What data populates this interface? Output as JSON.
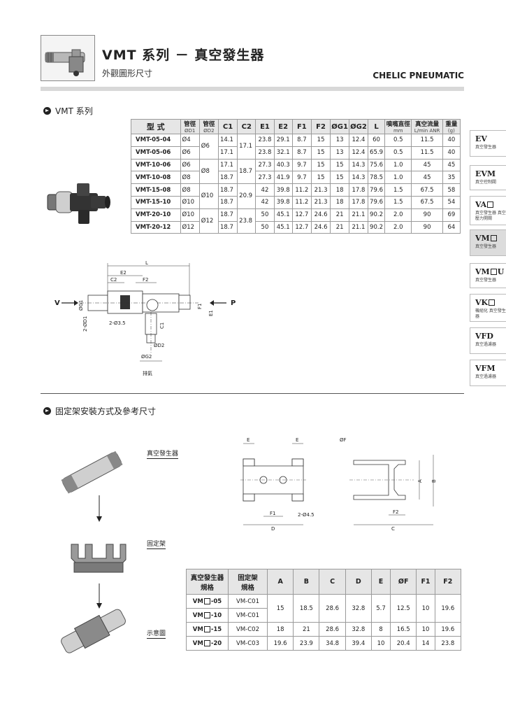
{
  "header": {
    "title": "VMT 系列 － 真空發生器",
    "subtitle": "外觀圖形尺寸",
    "brand": "CHELIC PNEUMATIC"
  },
  "section1": {
    "title": "VMT 系列"
  },
  "section2": {
    "title": "固定架安裝方式及參考尺寸"
  },
  "table1": {
    "headers": {
      "model": "型 式",
      "d1_top": "管徑",
      "d1_bot": "ØD1",
      "d2_top": "管徑",
      "d2_bot": "ØD2",
      "c1": "C1",
      "c2": "C2",
      "e1": "E1",
      "e2": "E2",
      "f1": "F1",
      "f2": "F2",
      "g1": "ØG1",
      "g2": "ØG2",
      "l": "L",
      "nozzle_top": "噴嘴直徑",
      "nozzle_bot": "mm",
      "flow_top": "真空流量",
      "flow_bot": "L/min ANR",
      "weight_top": "重量",
      "weight_bot": "(g)"
    },
    "rows": [
      {
        "model": "VMT-05-04",
        "d1": "Ø4",
        "d2": "Ø6",
        "c1": "14.1",
        "c2": "17.1",
        "e1": "23.8",
        "e2": "29.1",
        "f1": "8.7",
        "f2": "15",
        "g1": "13",
        "g2": "12.4",
        "l": "60",
        "nozzle": "0.5",
        "flow": "11.5",
        "weight": "40"
      },
      {
        "model": "VMT-05-06",
        "d1": "Ø6",
        "c1": "17.1",
        "e1": "23.8",
        "e2": "32.1",
        "f1": "8.7",
        "f2": "15",
        "g1": "13",
        "g2": "12.4",
        "l": "65.9",
        "nozzle": "0.5",
        "flow": "11.5",
        "weight": "40"
      },
      {
        "model": "VMT-10-06",
        "d1": "Ø6",
        "d2": "Ø8",
        "c1": "17.1",
        "c2": "18.7",
        "e1": "27.3",
        "e2": "40.3",
        "f1": "9.7",
        "f2": "15",
        "g1": "15",
        "g2": "14.3",
        "l": "75.6",
        "nozzle": "1.0",
        "flow": "45",
        "weight": "45"
      },
      {
        "model": "VMT-10-08",
        "d1": "Ø8",
        "c1": "18.7",
        "e1": "27.3",
        "e2": "41.9",
        "f1": "9.7",
        "f2": "15",
        "g1": "15",
        "g2": "14.3",
        "l": "78.5",
        "nozzle": "1.0",
        "flow": "45",
        "weight": "35"
      },
      {
        "model": "VMT-15-08",
        "d1": "Ø8",
        "d2": "Ø10",
        "c1": "18.7",
        "c2": "20.9",
        "e1": "42",
        "e2": "39.8",
        "f1": "11.2",
        "f2": "21.3",
        "g1": "18",
        "g2": "17.8",
        "l": "79.6",
        "nozzle": "1.5",
        "flow": "67.5",
        "weight": "58"
      },
      {
        "model": "VMT-15-10",
        "d1": "Ø10",
        "c1": "18.7",
        "e1": "42",
        "e2": "39.8",
        "f1": "11.2",
        "f2": "21.3",
        "g1": "18",
        "g2": "17.8",
        "l": "79.6",
        "nozzle": "1.5",
        "flow": "67.5",
        "weight": "54"
      },
      {
        "model": "VMT-20-10",
        "d1": "Ø10",
        "d2": "Ø12",
        "c1": "18.7",
        "c2": "23.8",
        "e1": "50",
        "e2": "45.1",
        "f1": "12.7",
        "f2": "24.6",
        "g1": "21",
        "g2": "21.1",
        "l": "90.2",
        "nozzle": "2.0",
        "flow": "90",
        "weight": "69"
      },
      {
        "model": "VMT-20-12",
        "d1": "Ø12",
        "c1": "18.7",
        "e1": "50",
        "e2": "45.1",
        "f1": "12.7",
        "f2": "24.6",
        "g1": "21",
        "g2": "21.1",
        "l": "90.2",
        "nozzle": "2.0",
        "flow": "90",
        "weight": "64"
      }
    ]
  },
  "drawing1": {
    "L": "L",
    "E2": "E2",
    "C2": "C2",
    "F2": "F2",
    "V": "V",
    "P": "P",
    "G1": "ØG1",
    "D1": "2-ØD1",
    "F1": "F1",
    "E1": "E1",
    "hole": "2-Ø3.5",
    "C1": "C1",
    "D2": "ØD2",
    "G2": "ØG2",
    "exhaust": "排氣"
  },
  "mount": {
    "generator_label": "真空發生器",
    "bracket_label": "固定架",
    "diagram_label": "示意圖"
  },
  "drawing2": {
    "E_left": "E",
    "E_right": "E",
    "F1": "F1",
    "hole": "2-Ø4.5",
    "D": "D",
    "F": "ØF",
    "A": "A",
    "B": "B",
    "F2": "F2",
    "C": "C"
  },
  "table2": {
    "headers": {
      "gen_top": "真空發生器",
      "gen_bot": "規格",
      "br_top": "固定架",
      "br_bot": "規格",
      "a": "A",
      "b": "B",
      "c": "C",
      "d": "D",
      "e": "E",
      "f": "ØF",
      "f1": "F1",
      "f2": "F2"
    },
    "rows": [
      {
        "pre": "VM",
        "suf": "-05",
        "bracket": "VM-C01",
        "a": "15",
        "b": "18.5",
        "c": "28.6",
        "d": "32.8",
        "e": "5.7",
        "f": "12.5",
        "f1": "10",
        "f2": "19.6"
      },
      {
        "pre": "VM",
        "suf": "-10",
        "bracket": "VM-C01"
      },
      {
        "pre": "VM",
        "suf": "-15",
        "bracket": "VM-C02",
        "a": "18",
        "b": "21",
        "c": "28.6",
        "d": "32.8",
        "e": "8",
        "f": "16.5",
        "f1": "10",
        "f2": "19.6"
      },
      {
        "pre": "VM",
        "suf": "-20",
        "bracket": "VM-C03",
        "a": "19.6",
        "b": "23.9",
        "c": "34.8",
        "d": "39.4",
        "e": "10",
        "f": "20.4",
        "f1": "14",
        "f2": "23.8"
      }
    ]
  },
  "sidebar": {
    "tabs": [
      {
        "code": "EV",
        "box": false,
        "desc": "真空發生器"
      },
      {
        "code": "EVM",
        "box": false,
        "desc": "真空控制閥"
      },
      {
        "code": "VA",
        "box": true,
        "desc": "真空發生器 真空壓力開關"
      },
      {
        "code": "VM",
        "box": true,
        "desc": "真空發生器"
      },
      {
        "code": "VM",
        "box": true,
        "suffix": "U",
        "desc": "真空發生器"
      },
      {
        "code": "VK",
        "box": true,
        "desc": "機組化 真空發生器"
      },
      {
        "code": "VFD",
        "box": false,
        "desc": "真空過濾器"
      },
      {
        "code": "VFM",
        "box": false,
        "desc": "真空過濾器"
      }
    ]
  }
}
